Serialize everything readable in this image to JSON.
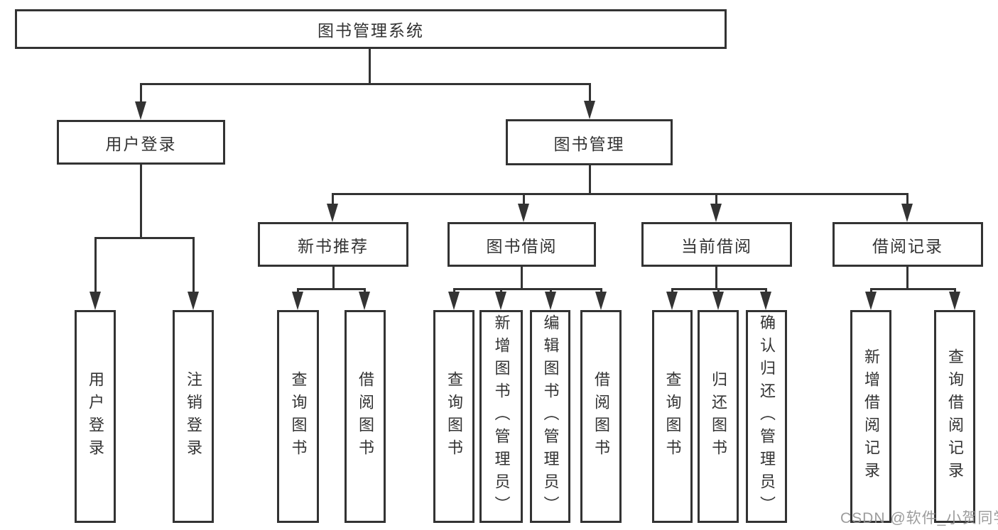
{
  "diagram_title": "图书管理系统",
  "tree": {
    "label": "图书管理系统",
    "children": [
      {
        "label": "用户登录",
        "children": [
          {
            "label": "用户登录"
          },
          {
            "label": "注销登录"
          }
        ]
      },
      {
        "label": "图书管理",
        "children": [
          {
            "label": "新书推荐",
            "children": [
              {
                "label": "查询图书"
              },
              {
                "label": "借阅图书"
              }
            ]
          },
          {
            "label": "图书借阅",
            "children": [
              {
                "label": "查询图书"
              },
              {
                "label": "新增图书（管理员）"
              },
              {
                "label": "编辑图书（管理员）"
              },
              {
                "label": "借阅图书"
              }
            ]
          },
          {
            "label": "当前借阅",
            "children": [
              {
                "label": "查询图书"
              },
              {
                "label": "归还图书"
              },
              {
                "label": "确认归还（管理员）"
              }
            ]
          },
          {
            "label": "借阅记录",
            "children": [
              {
                "label": "新增借阅记录"
              },
              {
                "label": "查询借阅记录"
              }
            ]
          }
        ]
      }
    ]
  },
  "watermark": "CSDN @软件_小贺同学",
  "colors": {
    "line": "#333333",
    "background": "#ffffff",
    "watermark": "#919191"
  }
}
